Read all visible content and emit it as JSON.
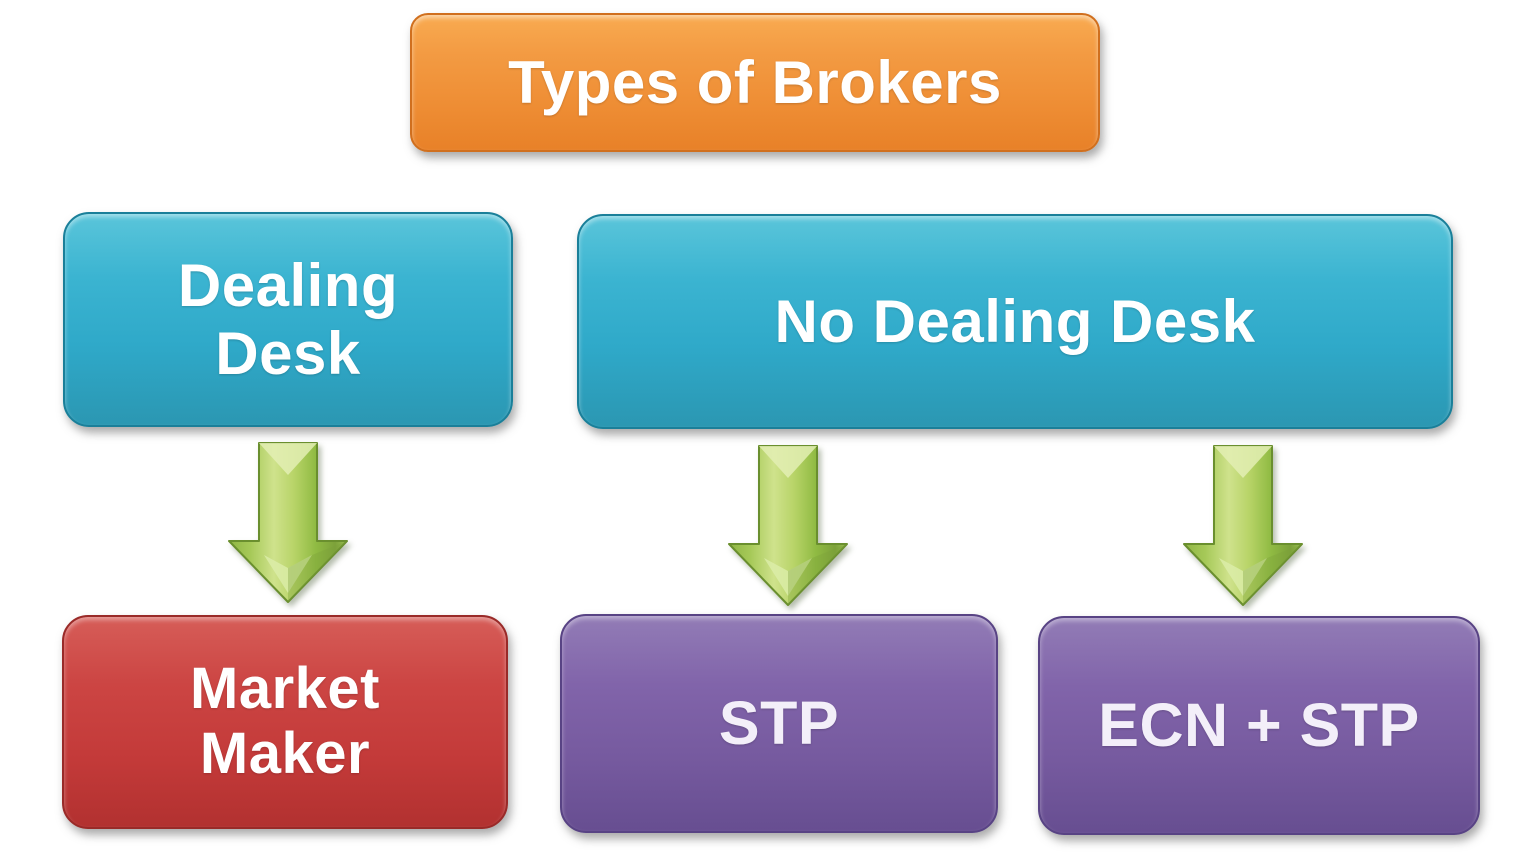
{
  "page": {
    "background": "#ffffff",
    "description_colors": {
      "root_fill": "#ef8f36",
      "root_border": "#d06f1e",
      "branch_fill": "#35b0ce",
      "branch_border": "#1a7f99",
      "market_maker_fill": "#c43e3c",
      "market_maker_border": "#992a28",
      "stp_fill": "#7b5da5",
      "stp_border": "#584384",
      "text_color": "#ffffff"
    }
  },
  "nodes": {
    "root": {
      "label": "Types of Brokers"
    },
    "dealing_desk": {
      "label": "Dealing\nDesk"
    },
    "no_dealing_desk": {
      "label": "No Dealing Desk"
    },
    "market_maker": {
      "label": "Market\nMaker"
    },
    "stp": {
      "label": "STP"
    },
    "ecn_stp": {
      "label": "ECN + STP"
    }
  },
  "arrow": {
    "fill_light": "#d8e79b",
    "fill_mid": "#a6c958",
    "fill_dark": "#7ca13a",
    "outline": "#6a8f2e",
    "count": 3
  }
}
